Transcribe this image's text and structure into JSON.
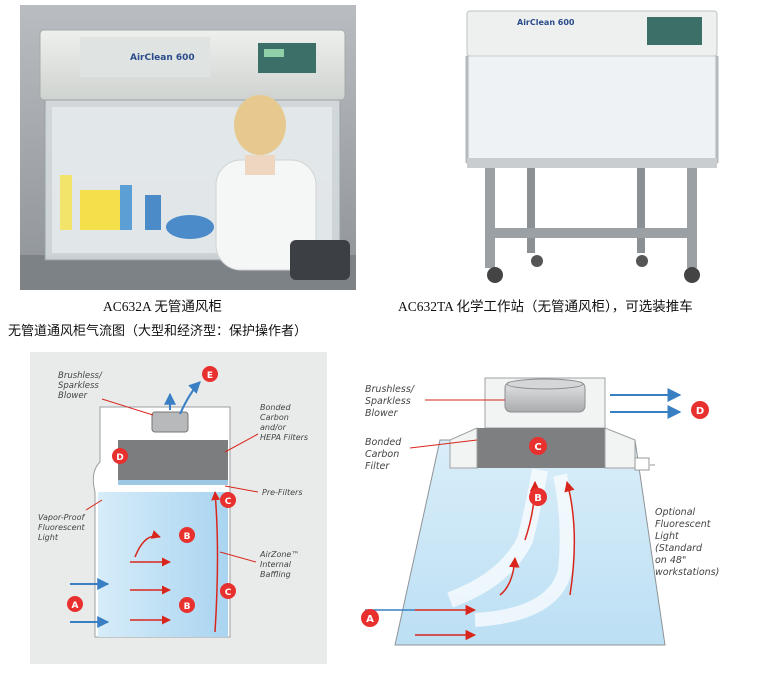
{
  "photos": {
    "left": {
      "caption": "AC632A 无管通风柜",
      "brand": "AirClean 600"
    },
    "right": {
      "caption": "AC632TA 化学工作站（无管通风柜），可选装推车",
      "brand": "AirClean 600"
    }
  },
  "section_title": "无管道通风柜气流图（大型和经济型：保护操作者）",
  "diagram_left": {
    "labels": {
      "blower": [
        "Brushless/",
        "Sparkless",
        "Blower"
      ],
      "filters": [
        "Bonded",
        "Carbon",
        "and/or",
        "HEPA Filters"
      ],
      "prefilters": "Pre-Filters",
      "light": [
        "Vapor-Proof",
        "Fluorescent",
        "Light"
      ],
      "baffling": [
        "AirZone™",
        "Internal",
        "Baffling"
      ]
    },
    "badges": [
      "A",
      "B",
      "B",
      "C",
      "C",
      "D",
      "E"
    ]
  },
  "diagram_right": {
    "labels": {
      "blower": [
        "Brushless/",
        "Sparkless",
        "Blower"
      ],
      "filter": [
        "Bonded",
        "Carbon",
        "Filter"
      ],
      "light": [
        "Optional",
        "Fluorescent",
        "Light",
        "(Standard",
        "on 48\"",
        "workstations)"
      ]
    },
    "badges": [
      "A",
      "B",
      "C",
      "D"
    ]
  },
  "colors": {
    "badge": "#e8312f",
    "arrow_red": "#d9261c",
    "arrow_blue": "#3a7fc4",
    "air_blue": "#cfe6f7"
  }
}
